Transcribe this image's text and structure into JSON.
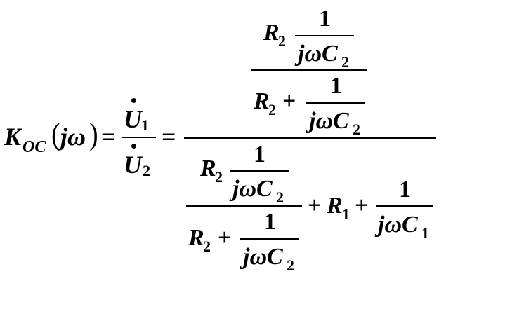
{
  "formula": {
    "lhs": {
      "K": "K",
      "K_sub": "OC",
      "open_paren": "(",
      "arg": "jω",
      "close_paren": ")"
    },
    "eq": "=",
    "voltage_ratio": {
      "num": "U",
      "num_sub": "1",
      "den": "U",
      "den_sub": "2"
    },
    "big_numerator": {
      "R": "R",
      "R_sub": "2",
      "one": "1",
      "jwC": "jωC",
      "jwC_sub": "2",
      "R_den": "R",
      "R_den_sub": "2",
      "plus": "+",
      "one_den": "1",
      "jwC_den": "jωC",
      "jwC_den_sub": "2"
    },
    "big_denominator": {
      "R": "R",
      "R_sub": "2",
      "one": "1",
      "jwC": "jωC",
      "jwC_sub": "2",
      "R_den": "R",
      "R_den_sub": "2",
      "plus": "+",
      "one_den": "1",
      "jwC_den": "jωC",
      "jwC_den_sub": "2",
      "plus_R1": "+",
      "R1": "R",
      "R1_sub": "1",
      "plus_C1": "+",
      "one_C1": "1",
      "jwC1": "jωC",
      "jwC1_sub": "1"
    }
  }
}
